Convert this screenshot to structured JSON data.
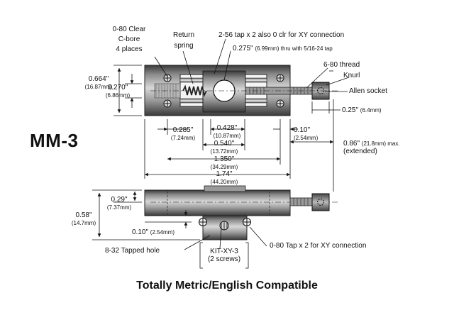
{
  "model": "MM-3",
  "footer": "Totally Metric/English Compatible",
  "callouts": {
    "cbore_1": "0-80 Clear",
    "cbore_2": "C-bore",
    "cbore_3": "4 places",
    "spring_1": "Return",
    "spring_2": "spring",
    "tap_top": "2-56 tap x 2 also 0 clr for XY connection",
    "thru_in": "0.275\"",
    "thru_rest": "(6.99mm) thru with 5/16-24 tap",
    "thread": "6-80 thread",
    "knurl": "Knurl",
    "allen": "Allen socket",
    "tapped_hole": "8-32 Tapped hole",
    "tap_bottom": "0-80 Tap x 2 for XY connection",
    "kit_1": "KIT-XY-3",
    "kit_2": "(2 screws)"
  },
  "dimensions": {
    "h_total_in": "0.664\"",
    "h_total_mm": "(16.87mm)",
    "h_inner_in": "0.270\"",
    "h_inner_mm": "(6.86mm)",
    "knurl_in": "0.25\"",
    "knurl_mm": "(6.4mm)",
    "d285_in": "0.285\"",
    "d285_mm": "(7.24mm)",
    "d428_in": "0.428\"",
    "d428_mm": "(10.87mm)",
    "d540_in": "0.540\"",
    "d540_mm": "(13.72mm)",
    "d1350_in": "1.350\"",
    "d1350_mm": "(34.29mm)",
    "d174_in": "1.74\"",
    "d174_mm": "(44.20mm)",
    "d010_in": "0.10\"",
    "d010_mm": "(2.54mm)",
    "ext_in": "0.86\"",
    "ext_mm": "(21.8mm) max.",
    "ext_note": "(extended)",
    "side_029_in": "0.29\"",
    "side_029_mm": "(7.37mm)",
    "side_058_in": "0.58\"",
    "side_058_mm": "(14.7mm)",
    "side_010_in": "0.10\"",
    "side_010_mm": "(2.54mm)"
  }
}
